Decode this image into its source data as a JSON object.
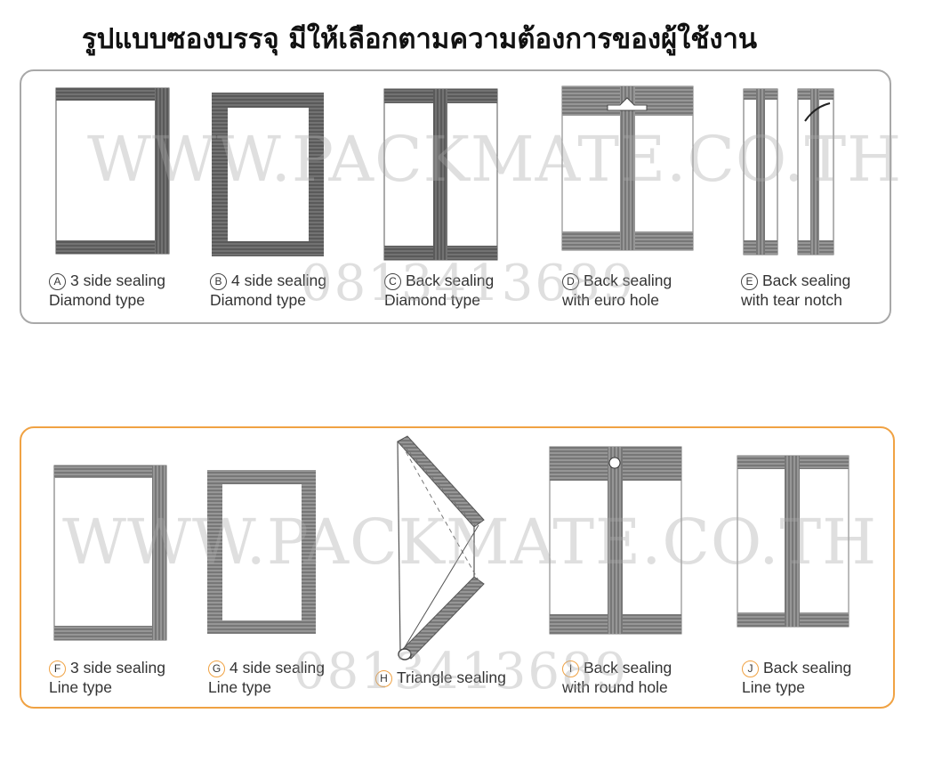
{
  "title": "รูปแบบซองบรรจุ มีให้เลือกตามความต้องการของผู้ใช้งาน",
  "watermark": {
    "site": "WWW.PACKMATE.CO.TH",
    "phone": "0813413689"
  },
  "top_panel": {
    "items": [
      {
        "letter": "A",
        "line1": "3 side sealing",
        "line2": "Diamond type"
      },
      {
        "letter": "B",
        "line1": "4 side sealing",
        "line2": "Diamond type"
      },
      {
        "letter": "C",
        "line1": "Back sealing",
        "line2": "Diamond type"
      },
      {
        "letter": "D",
        "line1": "Back sealing",
        "line2": "with euro hole"
      },
      {
        "letter": "E",
        "line1": "Back sealing",
        "line2": "with tear notch"
      }
    ]
  },
  "bottom_panel": {
    "items": [
      {
        "letter": "F",
        "line1": "3 side sealing",
        "line2": "Line type"
      },
      {
        "letter": "G",
        "line1": "4 side sealing",
        "line2": "Line type"
      },
      {
        "letter": "H",
        "line1": "Triangle sealing",
        "line2": ""
      },
      {
        "letter": "I",
        "line1": "Back sealing",
        "line2": "with round hole"
      },
      {
        "letter": "J",
        "line1": "Back sealing",
        "line2": "Line type"
      }
    ]
  },
  "colors": {
    "top_border": "#a8a8a8",
    "bottom_border": "#f0a243",
    "seal": "#555555"
  }
}
